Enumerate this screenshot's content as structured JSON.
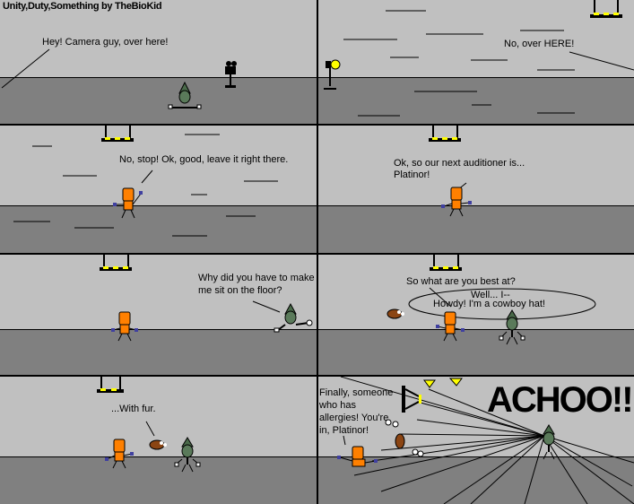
{
  "title": "Unity,Duty,Something by TheBioKid",
  "panels": [
    {
      "speech": [
        "Hey! Camera guy, over here!"
      ]
    },
    {
      "speech": [
        "No, over HERE!"
      ]
    },
    {
      "speech": [
        "No, stop! Ok, good, leave it right there."
      ]
    },
    {
      "speech": [
        "Ok, so our next auditioner is...",
        "Platinor!"
      ]
    },
    {
      "speech": [
        "Why did you have to make",
        "me sit on the floor?"
      ]
    },
    {
      "speech": [
        "So what are you best at?",
        "Well... I--",
        "Howdy! I'm a cowboy hat!"
      ]
    },
    {
      "speech": [
        "...With fur."
      ]
    },
    {
      "speech": [
        "Finally, someone",
        "who has",
        "allergies! You're",
        "in, Platinor!"
      ],
      "sfx": "ACHOO!!!"
    }
  ],
  "colors": {
    "wall": "#c0c0c0",
    "floor": "#808080",
    "lamp": "#ffff00",
    "robot": "#ff8000"
  }
}
